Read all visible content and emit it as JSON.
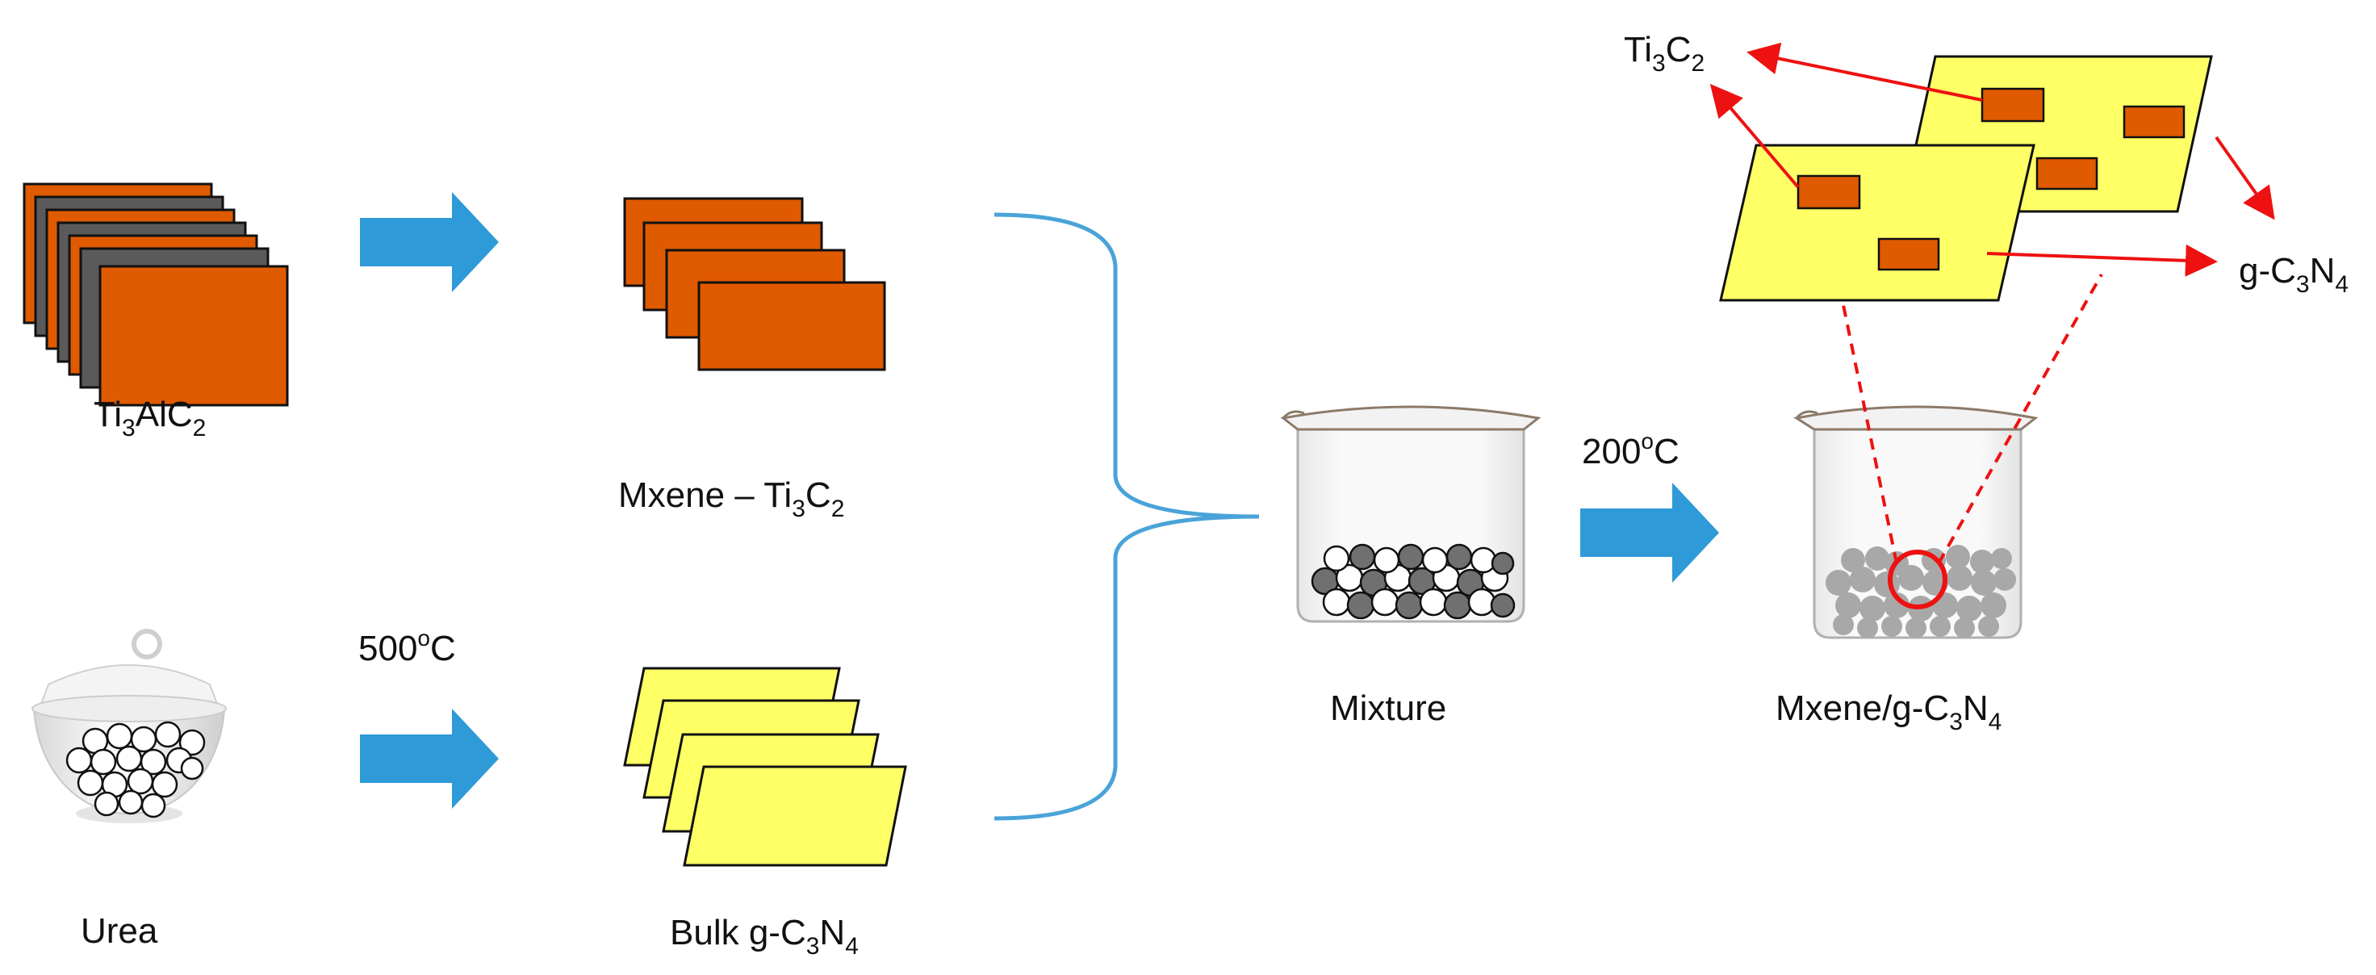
{
  "labels": {
    "ti3alc2": {
      "base": "Ti",
      "s1": "3",
      "mid": "AlC",
      "s2": "2"
    },
    "mxene": {
      "base": "Mxene – Ti",
      "s1": "3",
      "mid": "C",
      "s2": "2"
    },
    "urea": "Urea",
    "temp500": {
      "base": "500",
      "sup": "o",
      "unit": "C"
    },
    "bulk": {
      "base": "Bulk g-C",
      "s1": "3",
      "mid": "N",
      "s2": "4"
    },
    "mixture": "Mixture",
    "temp200": {
      "base": "200",
      "sup": "o",
      "unit": "C"
    },
    "composite": {
      "base": "Mxene/g-C",
      "s1": "3",
      "mid": "N",
      "s2": "4"
    },
    "ti3c2": {
      "base": "Ti",
      "s1": "3",
      "mid": "C",
      "s2": "2"
    },
    "gc3n4": {
      "base": "g-C",
      "s1": "3",
      "mid": "N",
      "s2": "4"
    }
  },
  "colors": {
    "mxene_sheet": "#e05a00",
    "max_interlayer": "#5a5a5a",
    "gcn_sheet": "#ffff66",
    "process_arrow": "#2e9ad8",
    "bracket": "#4aa3d8",
    "pointer": "#ee1111",
    "particle_dark": "#707070",
    "particle_light": "#ffffff",
    "particle_composite": "#a8a8a8"
  },
  "icons": {
    "crucible": "crucible-icon",
    "beaker": "beaker-icon"
  }
}
